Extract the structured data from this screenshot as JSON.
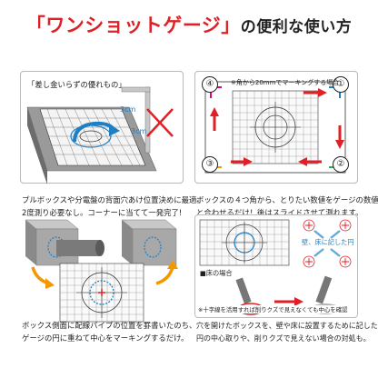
{
  "title": {
    "highlight": "「ワンショットゲージ」",
    "rest": "の便利な使い方"
  },
  "panel1": {
    "banner": "「差し金いらずの優れもの」",
    "dim_vertical": "3cm",
    "dim_horizontal": "3cm",
    "caption_line1": "プルボックスや分電盤の背面穴あけ位置決めに最適。",
    "caption_line2": "2度測り必要なし。コーナーに当てて一発完了!"
  },
  "panel2": {
    "note": "※角から20mmでマーキングする場合",
    "numbers": [
      "④",
      "①",
      "③",
      "②"
    ],
    "caption_line1": "ボックスの４つ角から、とりたい数値をゲージの数値",
    "caption_line2": "と合わせるだけ！後はスライドさせて測れます。"
  },
  "panel3": {
    "caption_line1": "ボックス側面に配線パイプの位置を罫書いたのち、",
    "caption_line2": "ゲージの円に重ねて中心をマーキングするだけ。"
  },
  "panel4": {
    "wall_label": "壁、床に記した円",
    "floor_label": "■床の場合",
    "note": "※十字線を活用すれば削りクズで見えなくても中心を確認",
    "caption_line1": "穴を開けたボックスを、壁や床に設置するために記した",
    "caption_line2": "円の中心取りや、削りクズで見えない場合の対処も。"
  },
  "colors": {
    "accent_red": "#e01f26",
    "accent_blue": "#1f7fc4",
    "corner_magenta": "#e4007f",
    "corner_green": "#2fa84f",
    "corner_orange": "#f39800",
    "text": "#222222"
  }
}
